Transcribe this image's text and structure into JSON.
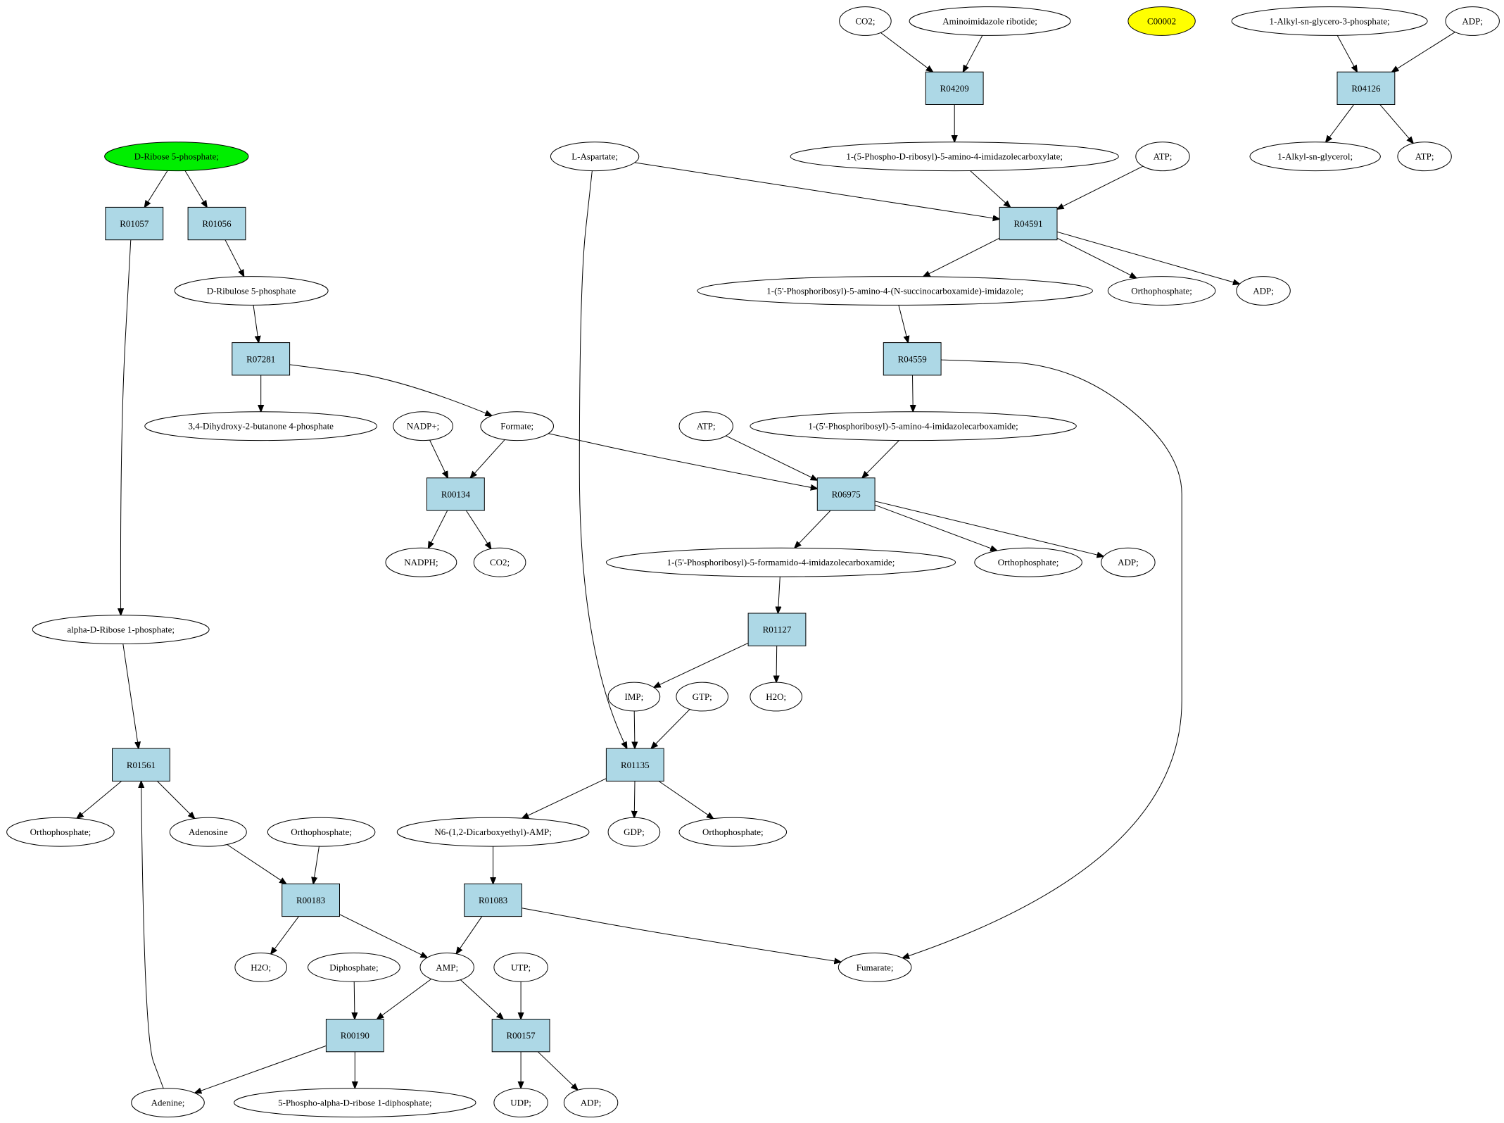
{
  "colors": {
    "reaction_fill": "#add8e6",
    "compound_fill": "#ffffff",
    "source_fill": "#00ee00",
    "highlight_fill": "#ffff00"
  },
  "nodes": {
    "co2_a": {
      "label": "CO2;",
      "kind": "compound"
    },
    "aminoimidazole_ribotide": {
      "label": "Aminoimidazole ribotide;",
      "kind": "compound"
    },
    "c00002": {
      "label": "C00002",
      "kind": "highlight"
    },
    "alkyl_glycero_phosphate": {
      "label": "1-Alkyl-sn-glycero-3-phosphate;",
      "kind": "compound"
    },
    "adp_top": {
      "label": "ADP;",
      "kind": "compound"
    },
    "r04209": {
      "label": "R04209",
      "kind": "reaction"
    },
    "r04126": {
      "label": "R04126",
      "kind": "reaction"
    },
    "d_ribose_5p": {
      "label": "D-Ribose 5-phosphate;",
      "kind": "source"
    },
    "l_aspartate": {
      "label": "L-Aspartate;",
      "kind": "compound"
    },
    "phospho_ribosyl_carboxylate": {
      "label": "1-(5-Phospho-D-ribosyl)-5-amino-4-imidazolecarboxylate;",
      "kind": "compound"
    },
    "atp_a": {
      "label": "ATP;",
      "kind": "compound"
    },
    "alkyl_glycerol": {
      "label": "1-Alkyl-sn-glycerol;",
      "kind": "compound"
    },
    "atp_b": {
      "label": "ATP;",
      "kind": "compound"
    },
    "r01057": {
      "label": "R01057",
      "kind": "reaction"
    },
    "r01056": {
      "label": "R01056",
      "kind": "reaction"
    },
    "r04591": {
      "label": "R04591",
      "kind": "reaction"
    },
    "d_ribulose_5p": {
      "label": "D-Ribulose 5-phosphate",
      "kind": "compound"
    },
    "saicar": {
      "label": "1-(5'-Phosphoribosyl)-5-amino-4-(N-succinocarboxamide)-imidazole;",
      "kind": "compound"
    },
    "orthophosphate_a": {
      "label": "Orthophosphate;",
      "kind": "compound"
    },
    "adp_a": {
      "label": "ADP;",
      "kind": "compound"
    },
    "r07281": {
      "label": "R07281",
      "kind": "reaction"
    },
    "r04559": {
      "label": "R04559",
      "kind": "reaction"
    },
    "dihydroxy_butanone": {
      "label": "3,4-Dihydroxy-2-butanone 4-phosphate",
      "kind": "compound"
    },
    "nadp": {
      "label": "NADP+;",
      "kind": "compound"
    },
    "formate": {
      "label": "Formate;",
      "kind": "compound"
    },
    "atp_c": {
      "label": "ATP;",
      "kind": "compound"
    },
    "aicar": {
      "label": "1-(5'-Phosphoribosyl)-5-amino-4-imidazolecarboxamide;",
      "kind": "compound"
    },
    "r00134": {
      "label": "R00134",
      "kind": "reaction"
    },
    "r06975": {
      "label": "R06975",
      "kind": "reaction"
    },
    "nadph": {
      "label": "NADPH;",
      "kind": "compound"
    },
    "co2_b": {
      "label": "CO2;",
      "kind": "compound"
    },
    "faicar": {
      "label": "1-(5'-Phosphoribosyl)-5-formamido-4-imidazolecarboxamide;",
      "kind": "compound"
    },
    "orthophosphate_b": {
      "label": "Orthophosphate;",
      "kind": "compound"
    },
    "adp_b": {
      "label": "ADP;",
      "kind": "compound"
    },
    "alpha_d_ribose_1p": {
      "label": "alpha-D-Ribose 1-phosphate;",
      "kind": "compound"
    },
    "r01127": {
      "label": "R01127",
      "kind": "reaction"
    },
    "imp": {
      "label": "IMP;",
      "kind": "compound"
    },
    "gtp": {
      "label": "GTP;",
      "kind": "compound"
    },
    "h2o_a": {
      "label": "H2O;",
      "kind": "compound"
    },
    "r01561": {
      "label": "R01561",
      "kind": "reaction"
    },
    "r01135": {
      "label": "R01135",
      "kind": "reaction"
    },
    "orthophosphate_c": {
      "label": "Orthophosphate;",
      "kind": "compound"
    },
    "adenosine": {
      "label": "Adenosine",
      "kind": "compound"
    },
    "orthophosphate_d": {
      "label": "Orthophosphate;",
      "kind": "compound"
    },
    "n6_dicarboxyethyl_amp": {
      "label": "N6-(1,2-Dicarboxyethyl)-AMP;",
      "kind": "compound"
    },
    "gdp": {
      "label": "GDP;",
      "kind": "compound"
    },
    "orthophosphate_e": {
      "label": "Orthophosphate;",
      "kind": "compound"
    },
    "r00183": {
      "label": "R00183",
      "kind": "reaction"
    },
    "r01083": {
      "label": "R01083",
      "kind": "reaction"
    },
    "h2o_b": {
      "label": "H2O;",
      "kind": "compound"
    },
    "diphosphate": {
      "label": "Diphosphate;",
      "kind": "compound"
    },
    "amp": {
      "label": "AMP;",
      "kind": "compound"
    },
    "utp": {
      "label": "UTP;",
      "kind": "compound"
    },
    "fumarate": {
      "label": "Fumarate;",
      "kind": "compound"
    },
    "r00190": {
      "label": "R00190",
      "kind": "reaction"
    },
    "r00157": {
      "label": "R00157",
      "kind": "reaction"
    },
    "adenine": {
      "label": "Adenine;",
      "kind": "compound"
    },
    "prpp": {
      "label": "5-Phospho-alpha-D-ribose 1-diphosphate;",
      "kind": "compound"
    },
    "udp": {
      "label": "UDP;",
      "kind": "compound"
    },
    "adp_c": {
      "label": "ADP;",
      "kind": "compound"
    }
  },
  "edges": [
    [
      "co2_a",
      "r04209"
    ],
    [
      "aminoimidazole_ribotide",
      "r04209"
    ],
    [
      "r04209",
      "phospho_ribosyl_carboxylate"
    ],
    [
      "alkyl_glycero_phosphate",
      "r04126"
    ],
    [
      "adp_top",
      "r04126"
    ],
    [
      "r04126",
      "alkyl_glycerol"
    ],
    [
      "r04126",
      "atp_b"
    ],
    [
      "d_ribose_5p",
      "r01057"
    ],
    [
      "d_ribose_5p",
      "r01056"
    ],
    [
      "r01056",
      "d_ribulose_5p"
    ],
    [
      "phospho_ribosyl_carboxylate",
      "r04591"
    ],
    [
      "atp_a",
      "r04591"
    ],
    [
      "l_aspartate",
      "r04591"
    ],
    [
      "r04591",
      "saicar"
    ],
    [
      "r04591",
      "orthophosphate_a"
    ],
    [
      "r04591",
      "adp_a"
    ],
    [
      "d_ribulose_5p",
      "r07281"
    ],
    [
      "r07281",
      "dihydroxy_butanone"
    ],
    [
      "r07281",
      "formate"
    ],
    [
      "saicar",
      "r04559"
    ],
    [
      "r04559",
      "aicar"
    ],
    [
      "r04559",
      "fumarate"
    ],
    [
      "nadp",
      "r00134"
    ],
    [
      "formate",
      "r00134"
    ],
    [
      "r00134",
      "nadph"
    ],
    [
      "r00134",
      "co2_b"
    ],
    [
      "formate",
      "r06975"
    ],
    [
      "atp_c",
      "r06975"
    ],
    [
      "aicar",
      "r06975"
    ],
    [
      "r06975",
      "faicar"
    ],
    [
      "r06975",
      "orthophosphate_b"
    ],
    [
      "r06975",
      "adp_b"
    ],
    [
      "r01057",
      "alpha_d_ribose_1p"
    ],
    [
      "faicar",
      "r01127"
    ],
    [
      "r01127",
      "imp"
    ],
    [
      "r01127",
      "h2o_a"
    ],
    [
      "alpha_d_ribose_1p",
      "r01561"
    ],
    [
      "imp",
      "r01135"
    ],
    [
      "gtp",
      "r01135"
    ],
    [
      "l_aspartate",
      "r01135"
    ],
    [
      "r01561",
      "orthophosphate_c"
    ],
    [
      "r01561",
      "adenosine"
    ],
    [
      "r01135",
      "n6_dicarboxyethyl_amp"
    ],
    [
      "r01135",
      "gdp"
    ],
    [
      "r01135",
      "orthophosphate_e"
    ],
    [
      "adenosine",
      "r00183"
    ],
    [
      "orthophosphate_d",
      "r00183"
    ],
    [
      "r00183",
      "h2o_b"
    ],
    [
      "r00183",
      "amp"
    ],
    [
      "n6_dicarboxyethyl_amp",
      "r01083"
    ],
    [
      "r01083",
      "amp"
    ],
    [
      "r01083",
      "fumarate"
    ],
    [
      "diphosphate",
      "r00190"
    ],
    [
      "amp",
      "r00190"
    ],
    [
      "amp",
      "r00157"
    ],
    [
      "utp",
      "r00157"
    ],
    [
      "r00190",
      "adenine"
    ],
    [
      "r00190",
      "prpp"
    ],
    [
      "adenine",
      "r01561"
    ],
    [
      "r00157",
      "udp"
    ],
    [
      "r00157",
      "adp_c"
    ]
  ]
}
